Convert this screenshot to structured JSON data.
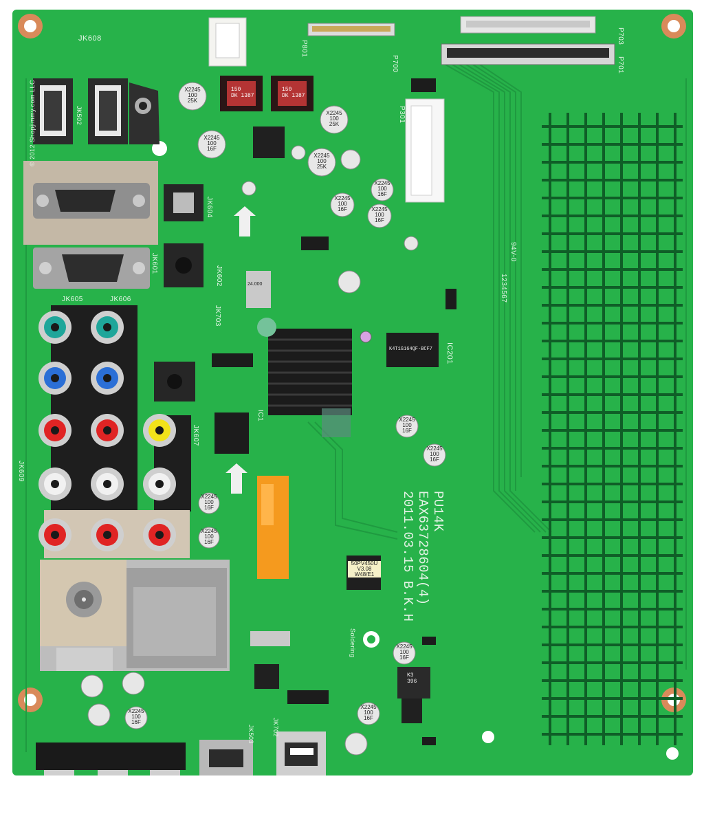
{
  "board": {
    "connector_labels": {
      "jk608": "JK608",
      "jk605": "JK605",
      "jk606": "JK606",
      "jk609": "JK609",
      "jk601": "JK601",
      "jk602": "JK602",
      "jk604": "JK604",
      "jk607": "JK607",
      "jk703": "JK703",
      "p801": "P801",
      "p700": "P700",
      "p703": "P703",
      "p701": "P701",
      "p301": "P301",
      "ic201": "IC201",
      "ic1": "IC1",
      "jk503": "JK503",
      "jk502": "JK502",
      "jk702": "JK702"
    },
    "markings": {
      "model_line1": "PU14K",
      "model_line2": "EAX63728604(4)",
      "model_line3": "2011.03.15 B.K.H",
      "copyright": "© 2012 Shopjimmy.com LLC",
      "lot_code": "1234567",
      "ul_mark": "94V-0",
      "soldering": "Soldering"
    },
    "components": {
      "inductor_left": "150\nDK 1387",
      "inductor_right": "150\nDK 1387",
      "cap_a": "X2245\n100\n16F",
      "cap_b": "X2245\n100\n16F",
      "cap_c": "X2245\n100\n25K",
      "cap_d": "X2245\n100\n16F",
      "cap_e": "X2245\n100\n16F",
      "cap_f": "X2245\n100\n16F",
      "cap_g": "X2245\n100\n16F",
      "cap_h": "X2245\n100\n16F",
      "cap_i": "X2245\n100\n16F",
      "cap_j": "X2245\n100\n16F",
      "cap_k": "X2245\n100\n16F",
      "cap_l": "X2245\n100\n16F",
      "eeprom": "50PV450U\nV3.08\nW48/E1",
      "inductor_k3": "K3\n396",
      "crystal_top": "24.000",
      "ram_chip": "K4T1G164QF-BCF7"
    }
  },
  "colors": {
    "pcb": "#27b24a",
    "pcb_dark": "#1c8c3a",
    "metal": "#a9a9a9",
    "rca_red": "#e02424",
    "rca_blue": "#2b6fd6",
    "rca_teal": "#1fa69a",
    "rca_yellow": "#f2e21a",
    "rca_white": "#f1f1f1",
    "label_orange": "#f59a1e"
  }
}
